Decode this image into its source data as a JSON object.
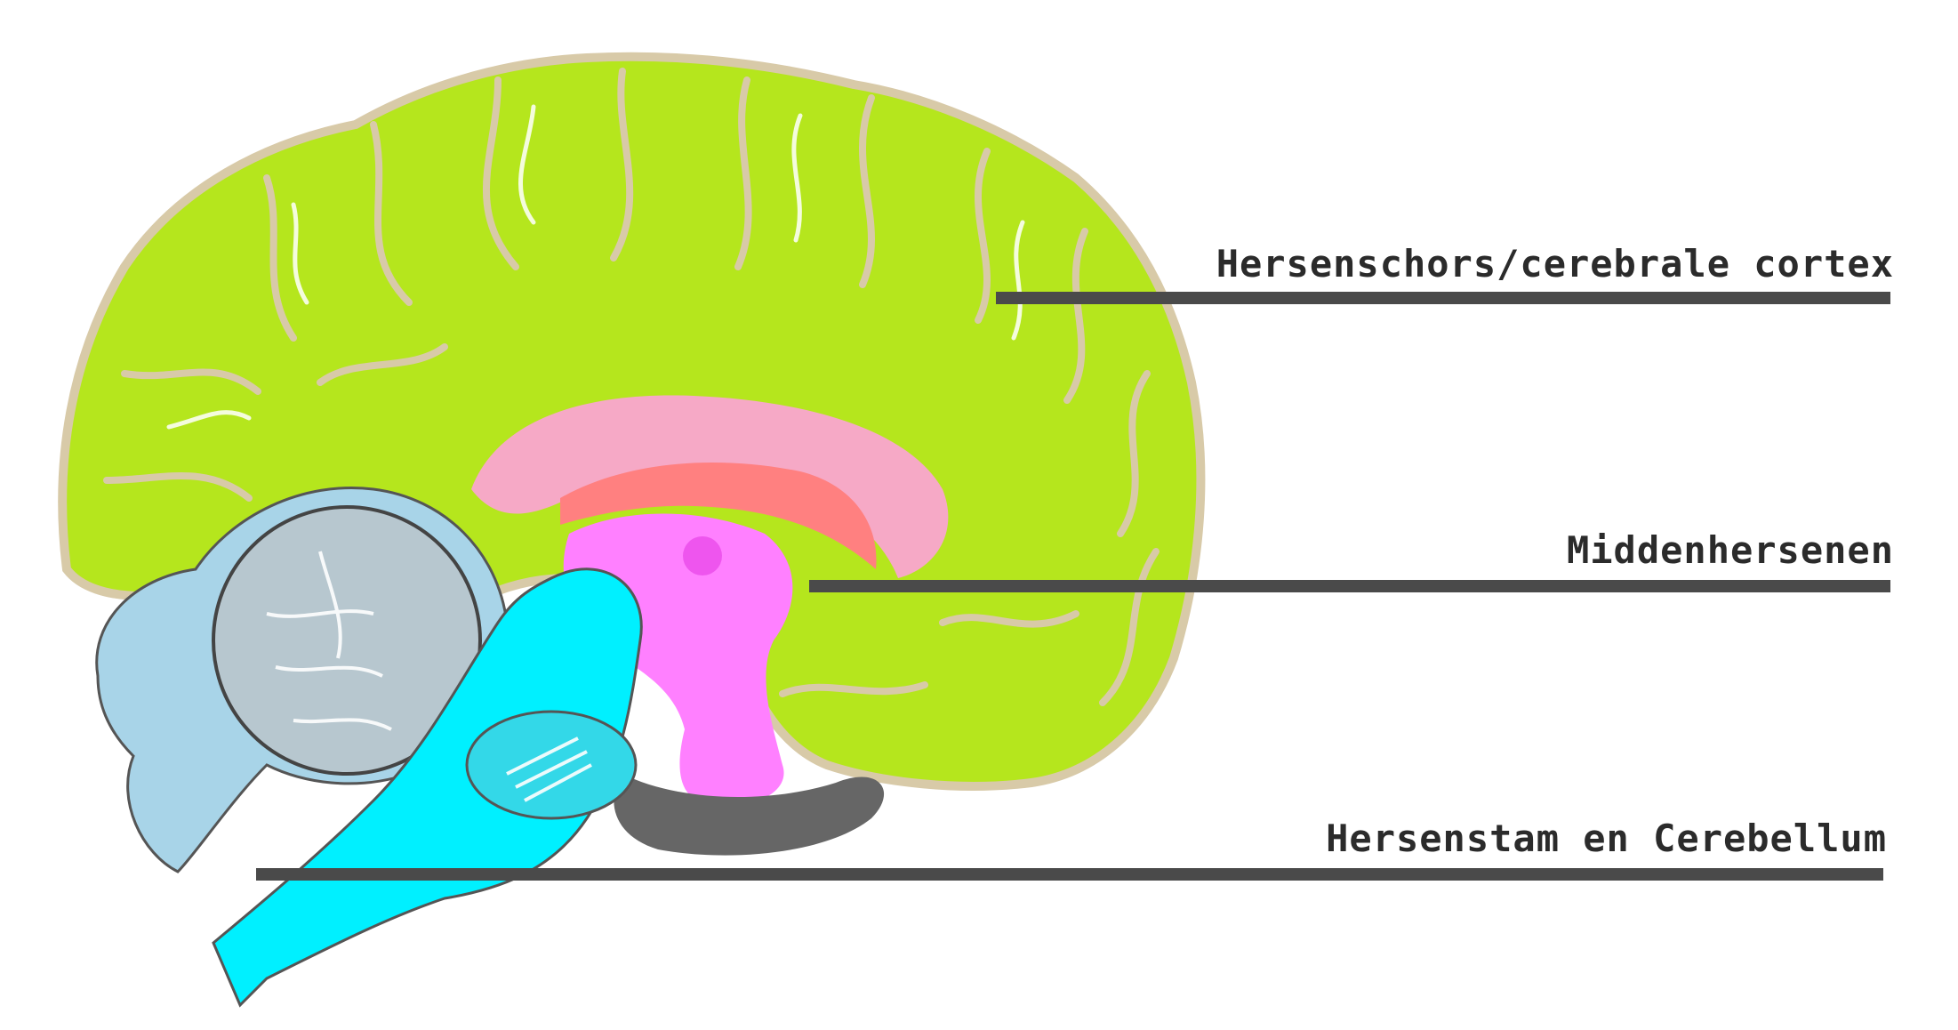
{
  "labels": {
    "cortex": "Hersenschors/cerebrale cortex",
    "midbrain": "Middenhersenen",
    "brainstem": "Hersenstam en Cerebellum"
  },
  "colors": {
    "cortex": "#b5e61d",
    "cortex_outline": "#d8caa8",
    "corpus_callosum": "#f6a9c6",
    "thalamus": "#ff80ff",
    "ventricle": "#ff8080",
    "brainstem": "#00f0ff",
    "cerebellum": "#a8d4e8",
    "dark": "#666666",
    "leader": "#4a4a4a"
  }
}
